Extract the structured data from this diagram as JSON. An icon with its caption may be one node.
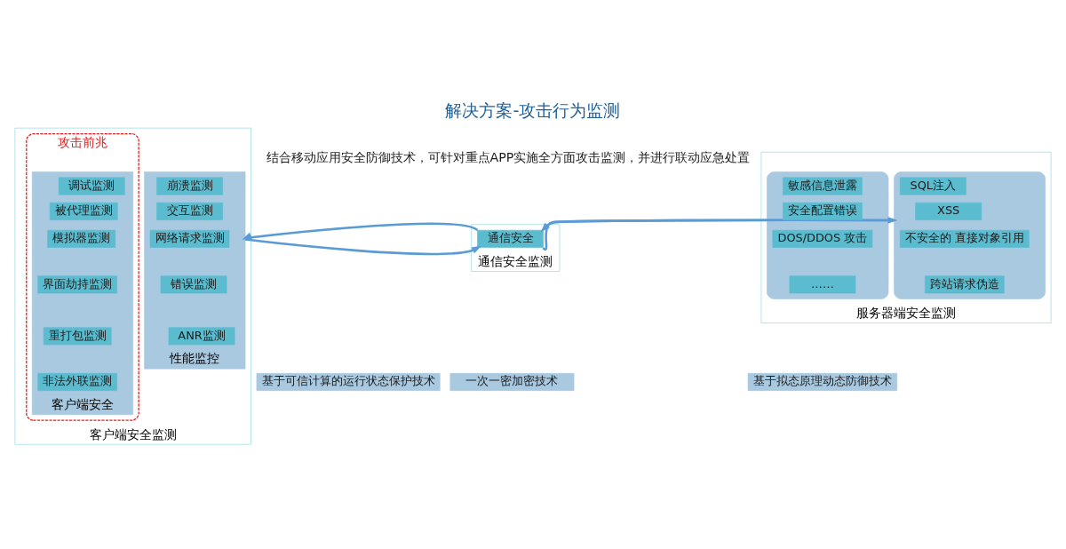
{
  "diagram": {
    "title": "解决方案-攻击行为监测",
    "nodes": [
      {
        "text": [
          "客户端安全监测"
        ]
      },
      {
        "text": [
          "攻击前兆"
        ],
        "in": 0
      },
      {
        "text": [
          "客户端安全"
        ],
        "in": 1
      },
      {
        "text": [
          "调试监测"
        ],
        "in": 2
      },
      {
        "text": [
          "被代理监测"
        ],
        "in": 2
      },
      {
        "text": [
          "模拟器监测"
        ],
        "in": 2
      },
      {
        "text": [
          "界面劫持监测"
        ],
        "in": 2
      },
      {
        "text": [
          "重打包监测"
        ],
        "in": 2
      },
      {
        "text": [
          "非法外联监测"
        ],
        "in": 2
      },
      {
        "text": [
          "性能监控"
        ],
        "in": 0
      },
      {
        "text": [
          "崩溃监测"
        ],
        "in": 9
      },
      {
        "text": [
          "交互监测"
        ],
        "in": 9
      },
      {
        "text": [
          "网络请求监测"
        ],
        "in": 9
      },
      {
        "text": [
          "错误监测"
        ],
        "in": 9
      },
      {
        "text": [
          "ANR监测"
        ],
        "in": 9
      },
      {
        "text": [
          "通信安全监测"
        ]
      },
      {
        "text": [
          "通信安全"
        ],
        "in": 15
      },
      {
        "text": [
          "服务器端安全监测"
        ]
      },
      {
        "text": [],
        "shape": "box",
        "in": 17
      },
      {
        "text": [
          "SQL注入"
        ],
        "in": 18
      },
      {
        "text": [
          "XSS"
        ],
        "in": 18
      },
      {
        "text": [
          "不安全的 直接对象引用"
        ],
        "in": 18
      },
      {
        "text": [
          "跨站请求伪造"
        ],
        "in": 18
      },
      {
        "text": [],
        "shape": "box",
        "in": 17
      },
      {
        "text": [
          "敏感信息泄露"
        ],
        "in": 23
      },
      {
        "text": [
          "安全配置错误"
        ],
        "in": 23
      },
      {
        "text": [
          "DOS/DDOS 攻击"
        ],
        "in": 23
      },
      {
        "text": [
          "……"
        ],
        "in": 23
      },
      {
        "text": [
          "基于可信计算的运行状态保护技术"
        ]
      },
      {
        "text": [
          "一次一密加密技术"
        ]
      },
      {
        "text": [
          "基于拟态原理动态防御技术"
        ]
      }
    ],
    "edges": [
      {
        "from": 16,
        "to": 9,
        "arrow": "to"
      },
      {
        "from": 9,
        "to": 16,
        "arrow": "to"
      },
      {
        "from": 18,
        "to": 16,
        "arrow": "to"
      },
      {
        "from": 16,
        "to": 18,
        "arrow": "to"
      }
    ],
    "labels": [
      "结合移动应用安全防御技术，可针对重点APP实施全方面攻击监测，并进行联动应急处置"
    ]
  }
}
